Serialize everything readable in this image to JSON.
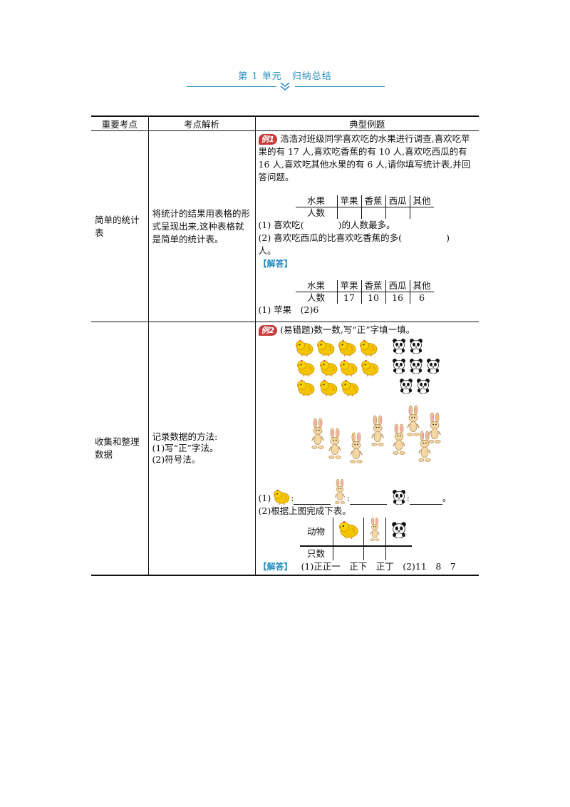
{
  "header": {
    "title": "第 1 单元　归纳总结"
  },
  "table": {
    "columns": [
      "重要考点",
      "考点解析",
      "典型例题"
    ],
    "rows": [
      {
        "point": "简单的统计表",
        "analysis": "将统计的结果用表格的形式呈现出来,这种表格就是简单的统计表。",
        "badge": "例1",
        "question": "浩浩对班级同学喜欢吃的水果进行调查,喜欢吃苹果的有 17 人,喜欢吃香蕉的有 10 人,喜欢吃西瓜的有 16 人,喜欢吃其他水果的有 6 人,请你填写统计表,并回答问题。",
        "stat_table": {
          "header": [
            "水果",
            "苹果",
            "香蕉",
            "西瓜",
            "其他"
          ],
          "row_label": "人数"
        },
        "q1_a": "(1) 喜欢吃(",
        "q1_b": ")的人数最多。",
        "q2_a": "(2) 喜欢吃西瓜的比喜欢吃香蕉的多(",
        "q2_b": ")",
        "q2_c": "人。",
        "answer_label": "【解答】",
        "answer_table": {
          "header": [
            "水果",
            "苹果",
            "香蕉",
            "西瓜",
            "其他"
          ],
          "row": [
            "人数",
            "17",
            "10",
            "16",
            "6"
          ]
        },
        "answer_text": "(1) 苹果　(2)6"
      },
      {
        "point": "收集和整理数据",
        "analysis_title": "记录数据的方法:",
        "analysis_1": "(1)写“正”字法。",
        "analysis_2": "(2)符号法。",
        "badge": "例2",
        "question": "(易错题)数一数,写“正”字填一填。",
        "q1": "(1)",
        "q2": "(2)根据上图完成下表。",
        "animal_table": {
          "row1": "动物",
          "row2": "只数"
        },
        "answer_label": "【解答】",
        "answer_text": "(1)正正一　正下　正丁　(2)11　8　7"
      }
    ]
  },
  "icons": {
    "chick": "chick-icon",
    "panda": "panda-icon",
    "rabbit": "rabbit-icon"
  },
  "colors": {
    "accent": "#2a8fc0",
    "badge": "#c93a3a",
    "chick": "#f5c400"
  }
}
